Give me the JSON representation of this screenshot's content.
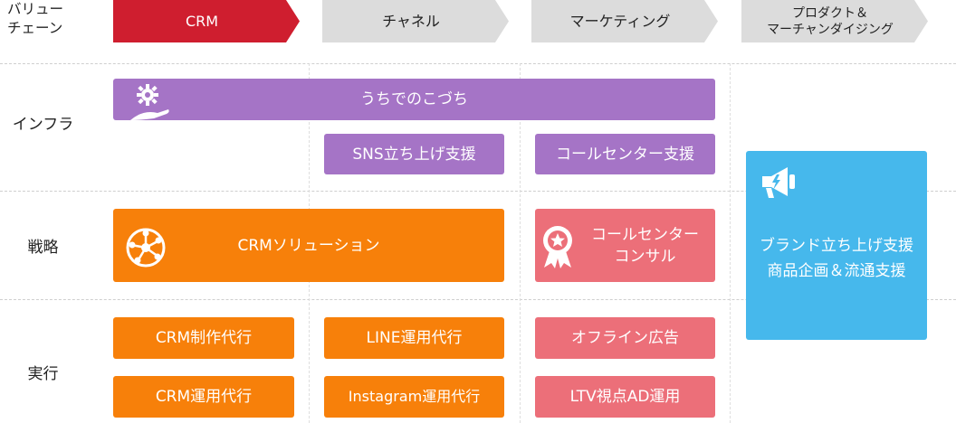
{
  "header": {
    "value_chain_label": "バリュー\nチェーン",
    "stages": [
      "CRM",
      "チャネル",
      "マーケティング",
      "プロダクト＆\nマーチャンダイジング"
    ]
  },
  "rows": {
    "infra": "インフラ",
    "strategy": "戦略",
    "execution": "実行"
  },
  "boxes": {
    "uchideno": "うちでのこづち",
    "sns": "SNS立ち上げ支援",
    "callcenter_support": "コールセンター支援",
    "crm_solution": "CRMソリューション",
    "callcenter_consult": "コールセンター\nコンサル",
    "brand": "ブランド立ち上げ支援\n商品企画＆流通支援",
    "crm_production": "CRM制作代行",
    "crm_operation": "CRM運用代行",
    "line_operation": "LINE運用代行",
    "instagram_operation": "Instagram運用代行",
    "offline_ads": "オフライン広告",
    "ltv_ad": "LTV視点AD運用"
  },
  "colors": {
    "crm_header": "#cf1e2f",
    "header_grey": "#dcdcdc",
    "purple": "#a574c6",
    "orange": "#f7800a",
    "pink": "#ec6f79",
    "blue": "#46b8ec"
  },
  "icons": [
    "gear-hand-icon",
    "network-icon",
    "award-icon",
    "megaphone-icon"
  ]
}
